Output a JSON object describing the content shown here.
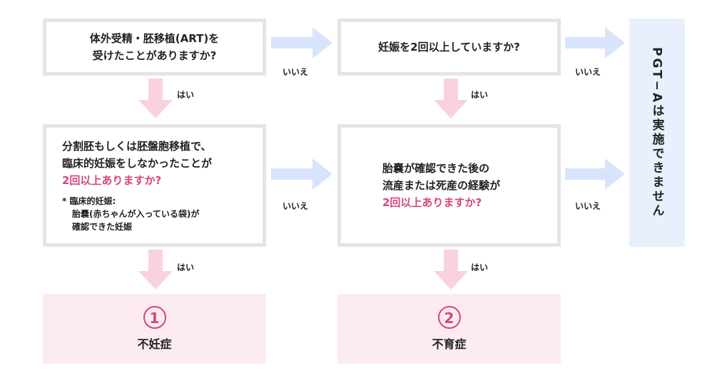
{
  "q1": {
    "text": "体外受精・胚移植(ART)を\n受けたことがありますか?"
  },
  "q2": {
    "text": "妊娠を2回以上していますか?"
  },
  "q3": {
    "line1": "分割胚もしくは胚盤胞移植で、",
    "line2": "臨床的妊娠をしなかったことが",
    "line3": "2回以上ありますか?",
    "note_line1": "* 臨床的妊娠:",
    "note_line2": "胎嚢(赤ちゃんが入っている袋)が",
    "note_line3": "確認できた妊娠"
  },
  "q4": {
    "line1": "胎嚢が確認できた後の",
    "line2": "流産または死産の経験が",
    "line3": "2回以上ありますか?"
  },
  "result1": {
    "number": "1",
    "label": "不妊症"
  },
  "result2": {
    "number": "2",
    "label": "不育症"
  },
  "final": {
    "text": "PGT−Aは実施できません"
  },
  "labels": {
    "yes": "はい",
    "no": "いいえ"
  },
  "colors": {
    "box_border": "#e5e5e5",
    "pink_arrow": "#f9d2de",
    "blue_arrow": "#d8e4fb",
    "accent": "#d6457f",
    "final_bg": "#e8f0fd",
    "result_bg": "#fcecf1"
  }
}
